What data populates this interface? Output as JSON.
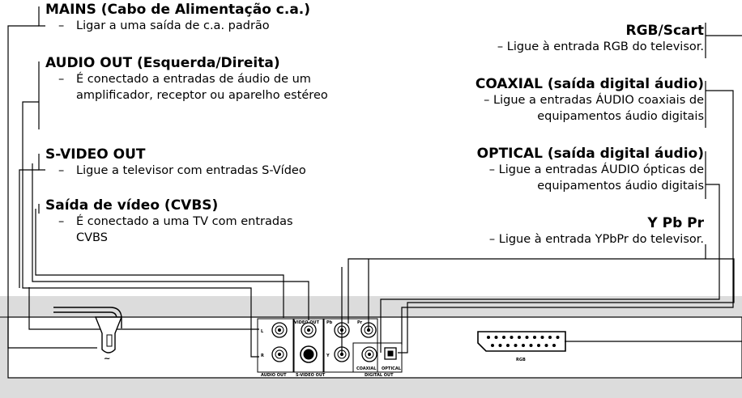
{
  "left_labels": [
    {
      "key": "mains",
      "title": "MAINS (Cabo de Alimentação c.a.)",
      "desc": "Ligar a uma saída de c.a. padrão"
    },
    {
      "key": "audio",
      "title": "AUDIO OUT (Esquerda/Direita)",
      "desc": "É conectado a entradas de áudio de um amplificador, receptor ou aparelho estéreo"
    },
    {
      "key": "svideo",
      "title": "S-VIDEO OUT",
      "desc": "Ligue a televisor com entradas S-Vídeo"
    },
    {
      "key": "cvbs",
      "title": "Saída de vídeo (CVBS)",
      "desc": "É conectado a uma TV com entradas CVBS"
    }
  ],
  "right_labels": [
    {
      "key": "rgb",
      "title": "RGB/Scart",
      "desc": "– Ligue à entrada RGB do televisor."
    },
    {
      "key": "coaxial",
      "title": "COAXIAL (saída digital áudio)",
      "desc": "– Ligue a entradas ÁUDIO coaxiais de equipamentos áudio digitais"
    },
    {
      "key": "optical",
      "title": "OPTICAL (saída digital áudio)",
      "desc": "– Ligue a entradas ÁUDIO ópticas de equipamentos áudio digitais"
    },
    {
      "key": "ypbpr",
      "title": "Y Pb Pr",
      "desc": "– Ligue à entrada YPbPr do televisor."
    }
  ],
  "panel": {
    "audio_l": "L",
    "audio_r": "R",
    "audio_out": "AUDIO OUT",
    "video_out": "VIDEO OUT",
    "svideo_out": "S-VIDEO OUT",
    "pb": "Pb",
    "pr": "Pr",
    "y": "Y",
    "coaxial": "COAXIAL",
    "optical": "OPTICAL",
    "digital_out": "DIGITAL OUT",
    "rgb": "RGB"
  }
}
